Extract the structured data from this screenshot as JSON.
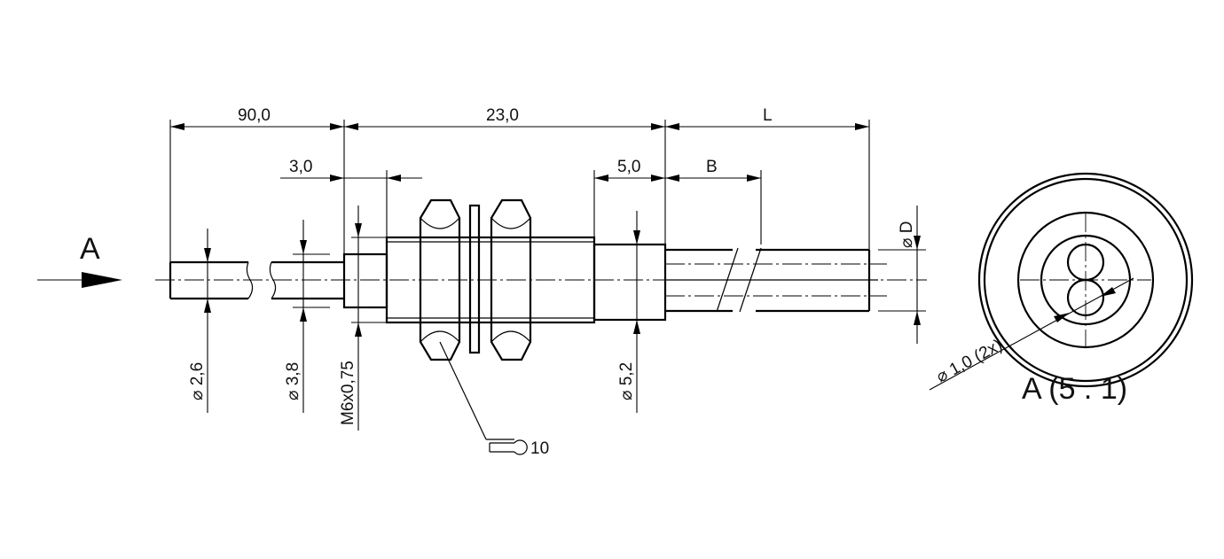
{
  "view_label": "A",
  "detail_label": "A  (5 . 1)",
  "dimensions": {
    "d_90": "90,0",
    "d_23": "23,0",
    "d_L": "L",
    "d_3": "3,0",
    "d_5": "5,0",
    "d_B": "B",
    "dia_26": "2,6",
    "dia_38": "3,8",
    "thread": "M6x0,75",
    "dia_52": "5,2",
    "dia_D": "D",
    "dia_fiber": "1,0  (2x)"
  },
  "wrench_size": "10",
  "diameter_symbol": "⌀"
}
